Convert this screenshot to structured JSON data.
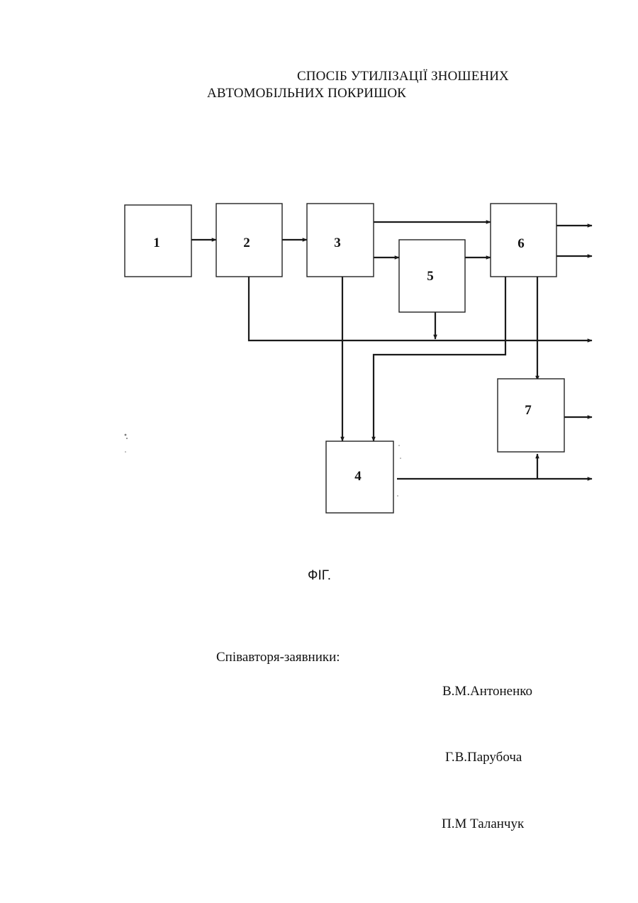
{
  "title": {
    "line1": "СПОСІБ УТИЛІЗАЦІЇ ЗНОШЕНИХ",
    "line2": "АВТОМОБІЛЬНИХ ПОКРИШОК"
  },
  "diagram": {
    "blocks": [
      {
        "id": "1",
        "label": "1"
      },
      {
        "id": "2",
        "label": "2"
      },
      {
        "id": "3",
        "label": "3"
      },
      {
        "id": "4",
        "label": "4"
      },
      {
        "id": "5",
        "label": "5"
      },
      {
        "id": "6",
        "label": "6"
      },
      {
        "id": "7",
        "label": "7"
      }
    ],
    "links": [
      {
        "from": "1",
        "to": "2"
      },
      {
        "from": "2",
        "to": "3"
      },
      {
        "from": "3",
        "to": "6"
      },
      {
        "from": "3",
        "to": "5"
      },
      {
        "from": "5",
        "to": "6"
      },
      {
        "from": "3",
        "to": "4"
      },
      {
        "from": "6",
        "to": "4"
      },
      {
        "from": "6",
        "to": "7"
      },
      {
        "from": "4",
        "to": "7"
      },
      {
        "from": "2",
        "to": "output"
      },
      {
        "from": "5",
        "to": "output"
      },
      {
        "from": "4",
        "to": "output"
      },
      {
        "from": "6",
        "to": "output"
      },
      {
        "from": "6",
        "to": "output"
      },
      {
        "from": "7",
        "to": "output"
      }
    ]
  },
  "figure_caption": "ФІГ.",
  "coauthors": {
    "heading": "Співавторя-заявники:",
    "names": [
      "В.М.Антоненко",
      "Г.В.Парубоча",
      "П.М Таланчук"
    ]
  }
}
